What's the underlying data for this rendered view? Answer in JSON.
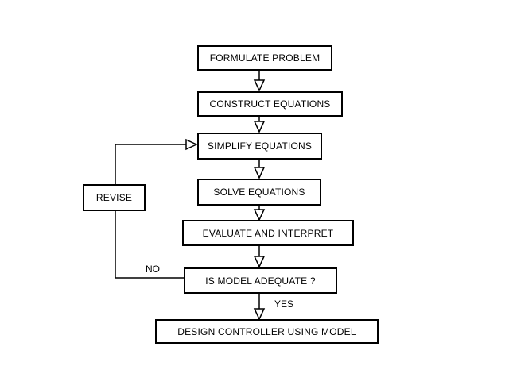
{
  "diagram": {
    "steps": {
      "formulate": "FORMULATE PROBLEM",
      "construct": "CONSTRUCT EQUATIONS",
      "simplify": "SIMPLIFY EQUATIONS",
      "solve": "SOLVE EQUATIONS",
      "evaluate": "EVALUATE AND INTERPRET",
      "adequate": "IS MODEL ADEQUATE ?",
      "design": "DESIGN CONTROLLER USING MODEL"
    },
    "revise": "REVISE",
    "labels": {
      "no": "NO",
      "yes": "YES"
    }
  }
}
